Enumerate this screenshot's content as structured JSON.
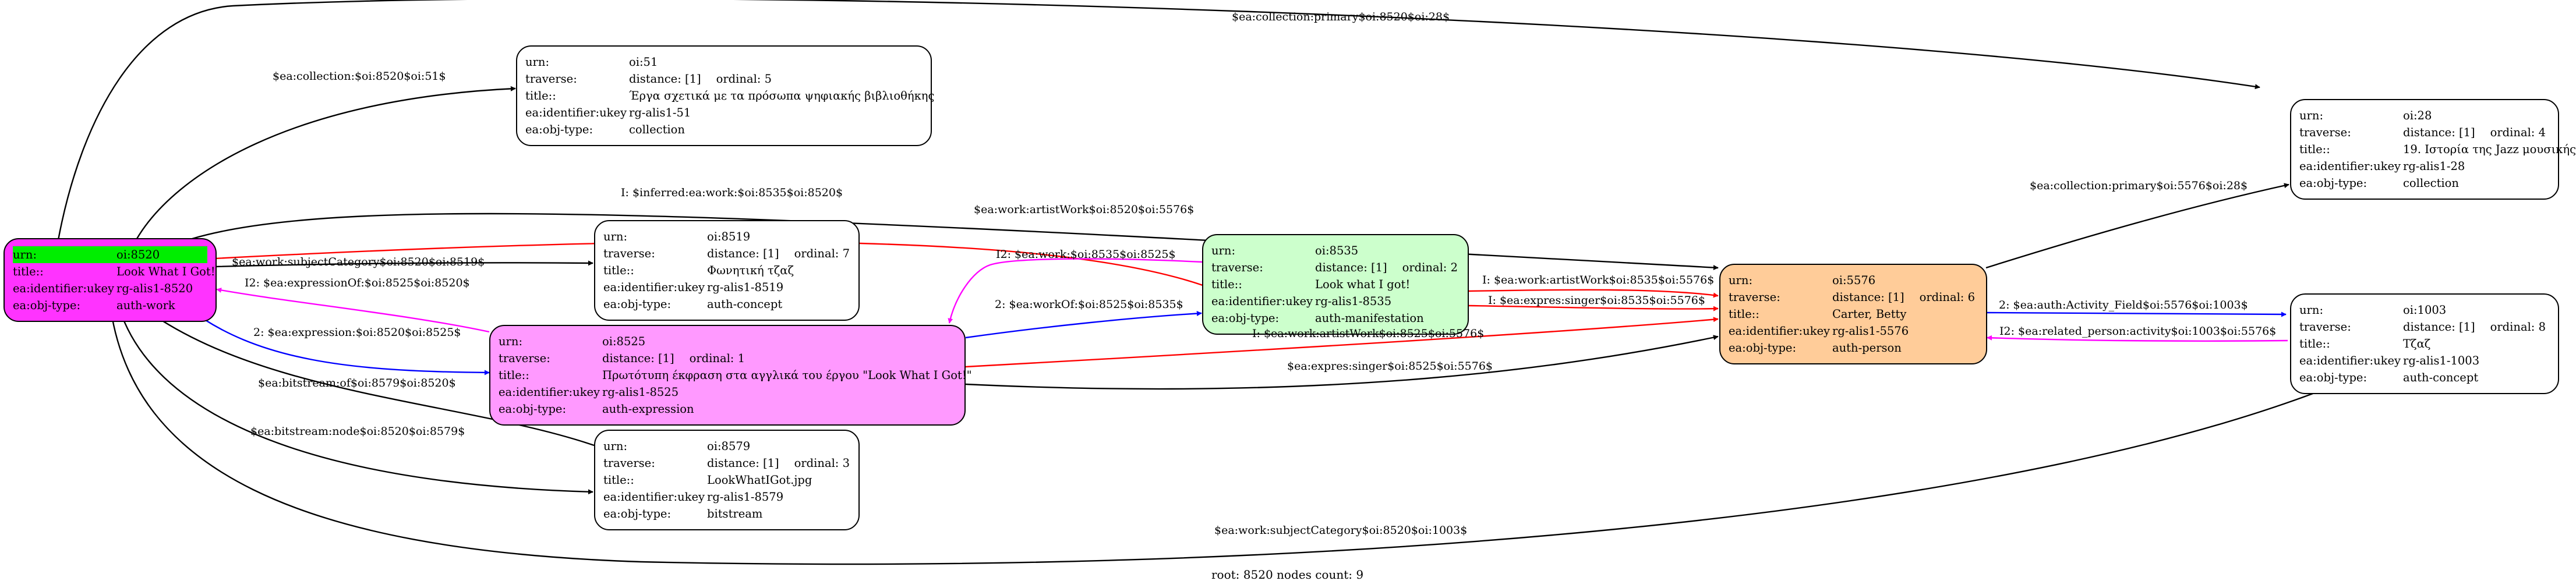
{
  "colors": {
    "root": "#ff33ff",
    "expression": "#ff99ff",
    "manifestation": "#ccffcc",
    "person": "#ffcc99",
    "plain": "#ffffff",
    "root_header": "#00ee00",
    "edge_black": "#000000",
    "edge_red": "#ff0000",
    "edge_blue": "#0000ff",
    "edge_magenta": "#ff00ff"
  },
  "nodes": [
    {
      "id": "8520",
      "rows": [
        {
          "k": "urn:",
          "v": "oi:8520"
        },
        {
          "k": "title::",
          "v": "Look What I Got!"
        },
        {
          "k": "ea:identifier:ukey",
          "v": "rg-alis1-8520"
        },
        {
          "k": "ea:obj-type:",
          "v": "auth-work"
        }
      ]
    },
    {
      "id": "51",
      "rows": [
        {
          "k": "urn:",
          "v": "oi:51"
        },
        {
          "k": "traverse:",
          "v": "distance: [1]",
          "v2": "ordinal: 5"
        },
        {
          "k": "title::",
          "v": "Έργα σχετικά με τα πρόσωπα ψηφιακής βιβλιοθήκης"
        },
        {
          "k": "ea:identifier:ukey",
          "v": "rg-alis1-51"
        },
        {
          "k": "ea:obj-type:",
          "v": "collection"
        }
      ]
    },
    {
      "id": "8519",
      "rows": [
        {
          "k": "urn:",
          "v": "oi:8519"
        },
        {
          "k": "traverse:",
          "v": "distance: [1]",
          "v2": "ordinal: 7"
        },
        {
          "k": "title::",
          "v": "Φωνητική τζαζ"
        },
        {
          "k": "ea:identifier:ukey",
          "v": "rg-alis1-8519"
        },
        {
          "k": "ea:obj-type:",
          "v": "auth-concept"
        }
      ]
    },
    {
      "id": "8525",
      "rows": [
        {
          "k": "urn:",
          "v": "oi:8525"
        },
        {
          "k": "traverse:",
          "v": "distance: [1]",
          "v2": "ordinal: 1"
        },
        {
          "k": "title::",
          "v": "Πρωτότυπη έκφραση στα αγγλικά του έργου \"Look What I Got!\""
        },
        {
          "k": "ea:identifier:ukey",
          "v": "rg-alis1-8525"
        },
        {
          "k": "ea:obj-type:",
          "v": "auth-expression"
        }
      ]
    },
    {
      "id": "8579",
      "rows": [
        {
          "k": "urn:",
          "v": "oi:8579"
        },
        {
          "k": "traverse:",
          "v": "distance: [1]",
          "v2": "ordinal: 3"
        },
        {
          "k": "title::",
          "v": "LookWhatIGot.jpg"
        },
        {
          "k": "ea:identifier:ukey",
          "v": "rg-alis1-8579"
        },
        {
          "k": "ea:obj-type:",
          "v": "bitstream"
        }
      ]
    },
    {
      "id": "8535",
      "rows": [
        {
          "k": "urn:",
          "v": "oi:8535"
        },
        {
          "k": "traverse:",
          "v": "distance: [1]",
          "v2": "ordinal: 2"
        },
        {
          "k": "title::",
          "v": "Look what I got!"
        },
        {
          "k": "ea:identifier:ukey",
          "v": "rg-alis1-8535"
        },
        {
          "k": "ea:obj-type:",
          "v": "auth-manifestation"
        }
      ]
    },
    {
      "id": "5576",
      "rows": [
        {
          "k": "urn:",
          "v": "oi:5576"
        },
        {
          "k": "traverse:",
          "v": "distance: [1]",
          "v2": "ordinal: 6"
        },
        {
          "k": "title::",
          "v": "Carter, Betty"
        },
        {
          "k": "ea:identifier:ukey",
          "v": "rg-alis1-5576"
        },
        {
          "k": "ea:obj-type:",
          "v": "auth-person"
        }
      ]
    },
    {
      "id": "28",
      "rows": [
        {
          "k": "urn:",
          "v": "oi:28"
        },
        {
          "k": "traverse:",
          "v": "distance: [1]",
          "v2": "ordinal: 4"
        },
        {
          "k": "title::",
          "v": "19. Ιστορία της Jazz μουσικής"
        },
        {
          "k": "ea:identifier:ukey",
          "v": "rg-alis1-28"
        },
        {
          "k": "ea:obj-type:",
          "v": "collection"
        }
      ]
    },
    {
      "id": "1003",
      "rows": [
        {
          "k": "urn:",
          "v": "oi:1003"
        },
        {
          "k": "traverse:",
          "v": "distance: [1]",
          "v2": "ordinal: 8"
        },
        {
          "k": "title::",
          "v": "Τζαζ"
        },
        {
          "k": "ea:identifier:ukey",
          "v": "rg-alis1-1003"
        },
        {
          "k": "ea:obj-type:",
          "v": "auth-concept"
        }
      ]
    }
  ],
  "edge_labels": [
    "$ea:collection:primary$oi:8520$oi:28$",
    "$ea:collection:$oi:8520$oi:51$",
    "$ea:work:artistWork$oi:8520$oi:5576$",
    "I: $inferred:ea:work:$oi:8535$oi:8520$",
    "$ea:work:subjectCategory$oi:8520$oi:8519$",
    "I2: $ea:expressionOf:$oi:8525$oi:8520$",
    "2: $ea:expression:$oi:8520$oi:8525$",
    "$ea:bitstream:of$oi:8579$oi:8520$",
    "$ea:bitstream:node$oi:8520$oi:8579$",
    "I2: $ea:work:$oi:8535$oi:8525$",
    "2: $ea:workOf:$oi:8525$oi:8535$",
    "I: $ea:work:artistWork$oi:8535$oi:5576$",
    "I: $ea:expres:singer$oi:8535$oi:5576$",
    "I: $ea:work:artistWork$oi:8525$oi:5576$",
    "$ea:expres:singer$oi:8525$oi:5576$",
    "$ea:collection:primary$oi:5576$oi:28$",
    "2: $ea:auth:Activity_Field$oi:5576$oi:1003$",
    "I2: $ea:related_person:activity$oi:1003$oi:5576$",
    "$ea:work:subjectCategory$oi:8520$oi:1003$"
  ],
  "caption": "root: 8520 nodes count: 9"
}
